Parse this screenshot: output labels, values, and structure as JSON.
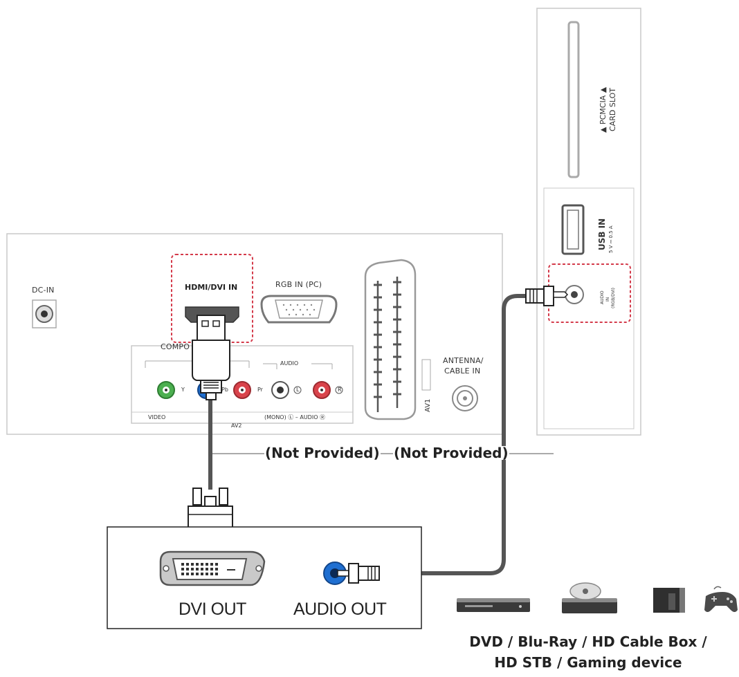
{
  "tv_panel": {
    "dc_in": "DC-IN",
    "hdmi_dvi_in": "HDMI/DVI IN",
    "rgb_in": "RGB IN (PC)",
    "component": "COMPO",
    "audio": "AUDIO",
    "port_y": "Y",
    "port_pb": "Pb",
    "port_pr": "Pr",
    "port_l": "L",
    "port_r": "R",
    "video": "VIDEO",
    "mono_audio": "(MONO) Ⓛ – AUDIO Ⓡ",
    "av2": "AV2",
    "av1": "AV1",
    "antenna": "ANTENNA/",
    "cable_in": "CABLE IN"
  },
  "side_panel": {
    "pcmcia": "▲ PCMCIA ▲",
    "card_slot": "CARD SLOT",
    "usb_in": "USB IN",
    "usb_rating": "5 V ⎓ 0.5 A",
    "audio_in_1": "AUDIO",
    "audio_in_2": "IN",
    "audio_in_3": "(RGB/DVI)"
  },
  "cable_labels": {
    "not_provided_1": "(Not Provided)",
    "not_provided_2": "(Not Provided)"
  },
  "source_device": {
    "dvi_out": "DVI OUT",
    "audio_out": "AUDIO OUT"
  },
  "devices": {
    "line1": "DVD / Blu-Ray / HD Cable Box /",
    "line2": "HD STB / Gaming device",
    "icons": [
      "dvd-player-icon",
      "bluray-player-icon",
      "cable-box-icon",
      "gamepad-icon"
    ]
  },
  "colors": {
    "highlight": "#d43a4a",
    "green_port": "#4caf50",
    "blue_port": "#1f6fd1",
    "red_port": "#d9434b"
  }
}
